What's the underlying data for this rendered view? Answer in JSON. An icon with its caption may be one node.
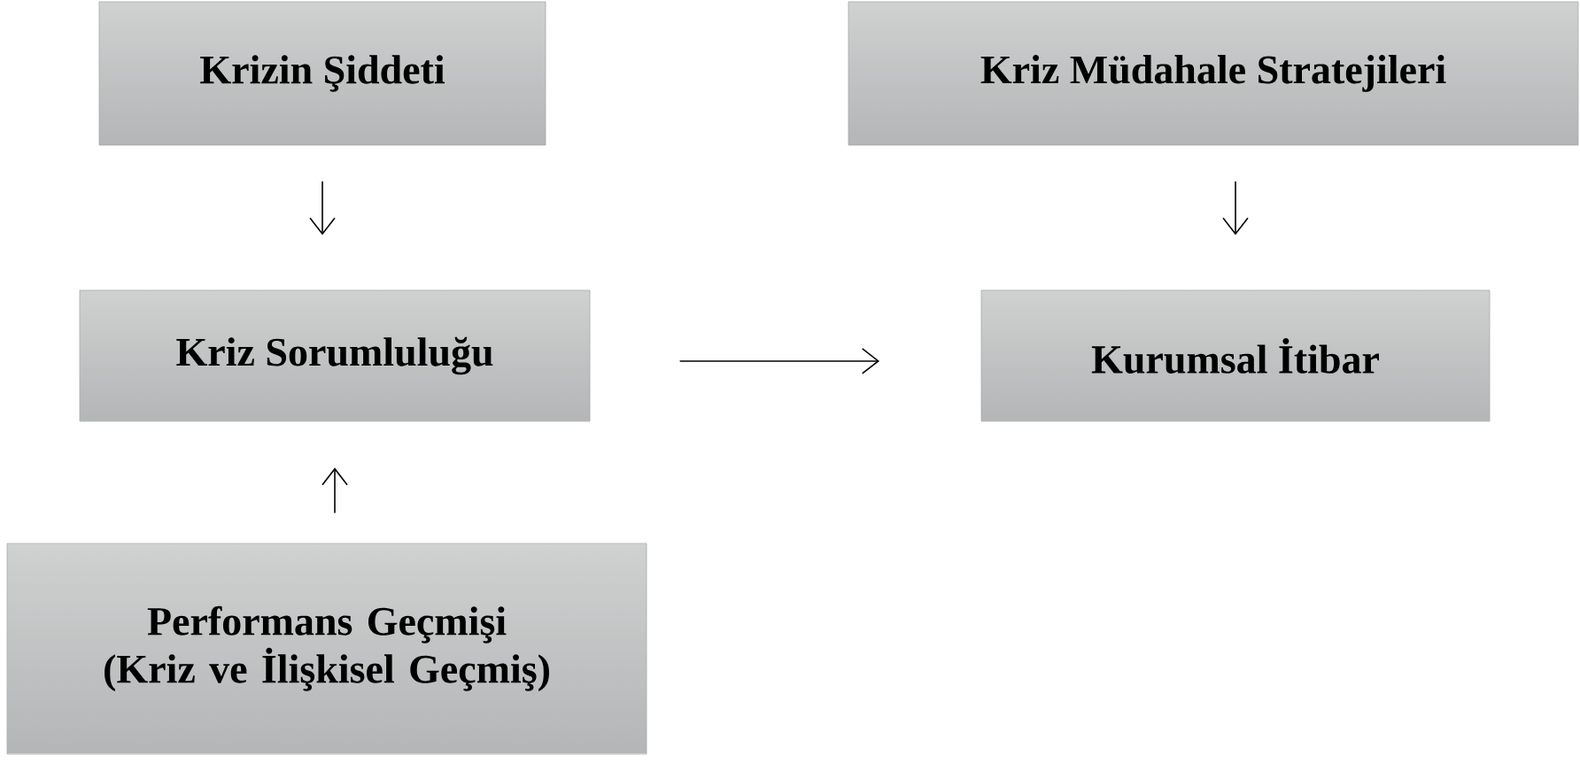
{
  "diagram": {
    "nodes": [
      {
        "text": [
          "Krizin Şiddeti"
        ]
      },
      {
        "text": [
          "Kriz Müdahale Stratejileri"
        ]
      },
      {
        "text": [
          "Kriz Sorumluluğu"
        ]
      },
      {
        "text": [
          "Kurumsal İtibar"
        ]
      },
      {
        "text": [
          "Performans Geçmişi (Kriz ve İlişkisel Geçmiş)"
        ]
      }
    ],
    "edges": [
      {
        "from": 0,
        "to": 2,
        "arrow": "to"
      },
      {
        "from": 1,
        "to": 3,
        "arrow": "to"
      },
      {
        "from": 4,
        "to": 2,
        "arrow": "to"
      },
      {
        "from": 2,
        "to": 3,
        "arrow": "to"
      }
    ]
  }
}
